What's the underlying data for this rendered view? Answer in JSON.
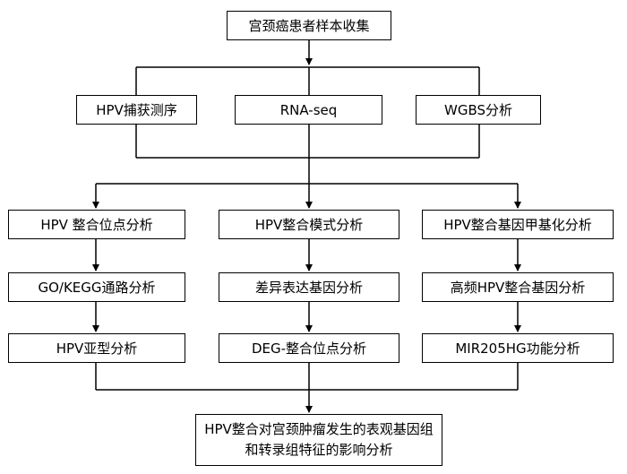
{
  "nodes": {
    "collect": "宫颈癌患者样本收集",
    "hpv_capture": "HPV捕获测序",
    "rna_seq": "RNA-seq",
    "wgbs": "WGBS分析",
    "site_analysis": "HPV 整合位点分析",
    "mode_analysis": "HPV整合模式分析",
    "methylation": "HPV整合基因甲基化分析",
    "go_kegg": "GO/KEGG通路分析",
    "deg": "差异表达基因分析",
    "high_freq": "高频HPV整合基因分析",
    "subtype": "HPV亚型分析",
    "deg_site": "DEG-整合位点分析",
    "mir205": "MIR205HG功能分析",
    "final": "HPV整合对宫颈肿瘤发生的表观基因组和转录组特征的影响分析"
  },
  "colors": {
    "line": "#000000",
    "box_border": "#000000",
    "background": "#ffffff"
  }
}
